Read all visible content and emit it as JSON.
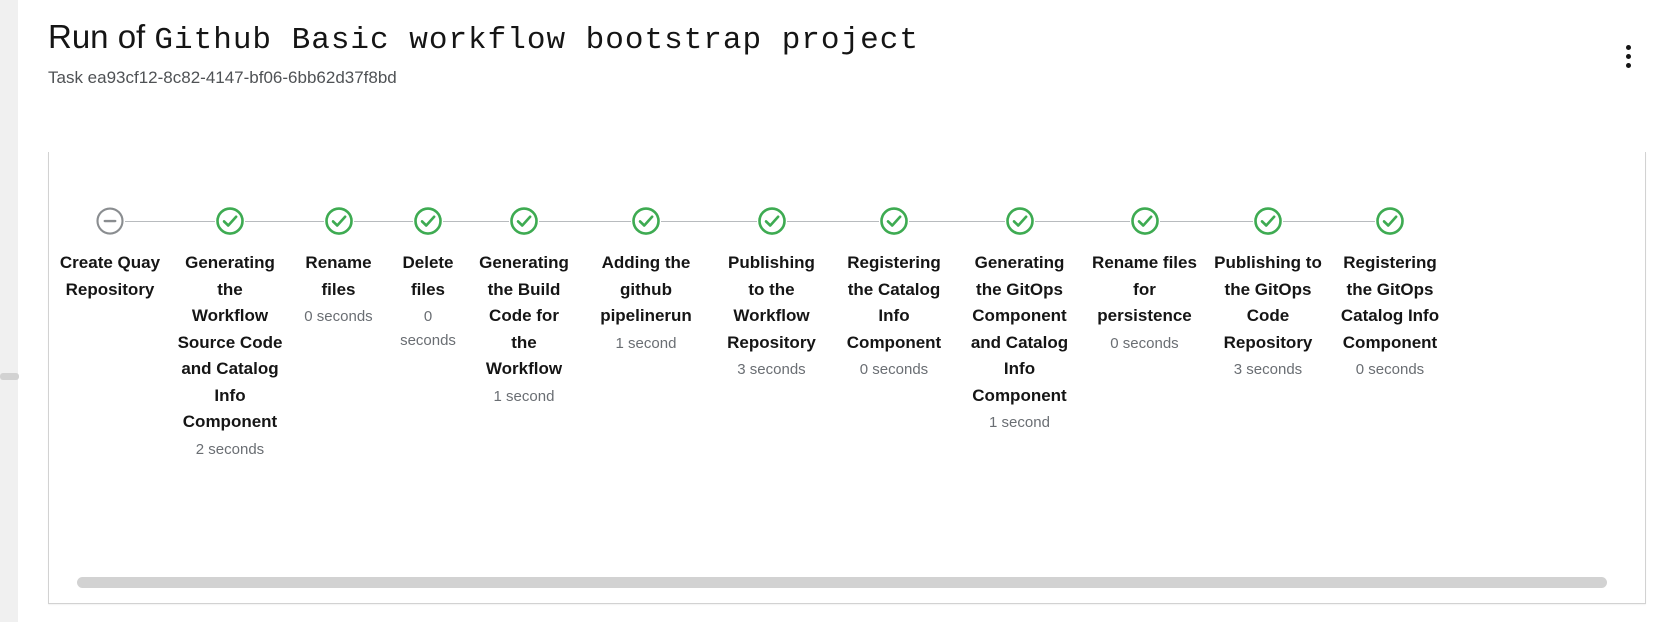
{
  "header": {
    "title_prefix": "Run of ",
    "title_main": "Github Basic workflow bootstrap project",
    "subtitle": "Task ea93cf12-8c82-4147-bf06-6bb62d37f8bd",
    "kebab_label": "Actions"
  },
  "colors": {
    "accent_green": "#3eab52",
    "success_icon": "#3eab52",
    "skipped_icon": "#8a8d90",
    "connector": "#b8bbbe",
    "scrollbar_thumb": "#d2d2d2",
    "title_text": "#151515",
    "muted_text": "#6a6e73"
  },
  "stepper": {
    "steps": [
      {
        "label": "Create Quay Repository",
        "duration": "",
        "status": "skipped",
        "icon": "minus-circle-icon",
        "width": 122
      },
      {
        "label": "Generating the Workflow Source Code and Catalog Info Component",
        "duration": "2 seconds",
        "status": "success",
        "icon": "check-circle-icon",
        "width": 118
      },
      {
        "label": "Rename files",
        "duration": "0 seconds",
        "status": "success",
        "icon": "check-circle-icon",
        "width": 99
      },
      {
        "label": "Delete files",
        "duration": "0 seconds",
        "status": "success",
        "icon": "check-circle-icon",
        "width": 80
      },
      {
        "label": "Generating the Build Code for the Workflow",
        "duration": "1 second",
        "status": "success",
        "icon": "check-circle-icon",
        "width": 112
      },
      {
        "label": "Adding the github pipelinerun",
        "duration": "1 second",
        "status": "success",
        "icon": "check-circle-icon",
        "width": 132
      },
      {
        "label": "Publishing to the Workflow Repository",
        "duration": "3 seconds",
        "status": "success",
        "icon": "check-circle-icon",
        "width": 119
      },
      {
        "label": "Registering the Catalog Info Component",
        "duration": "0 seconds",
        "status": "success",
        "icon": "check-circle-icon",
        "width": 126
      },
      {
        "label": "Generating the GitOps Component and Catalog Info Component",
        "duration": "1 second",
        "status": "success",
        "icon": "check-circle-icon",
        "width": 125
      },
      {
        "label": "Rename files for persistence",
        "duration": "0 seconds",
        "status": "success",
        "icon": "check-circle-icon",
        "width": 125
      },
      {
        "label": "Publishing to the GitOps Code Repository",
        "duration": "3 seconds",
        "status": "success",
        "icon": "check-circle-icon",
        "width": 122
      },
      {
        "label": "Registering the GitOps Catalog Info Component",
        "duration": "0 seconds",
        "status": "success",
        "icon": "check-circle-icon",
        "width": 122
      }
    ]
  },
  "scrollbar": {
    "orientation": "horizontal",
    "thumb_label": "horizontal-scroll-thumb"
  }
}
